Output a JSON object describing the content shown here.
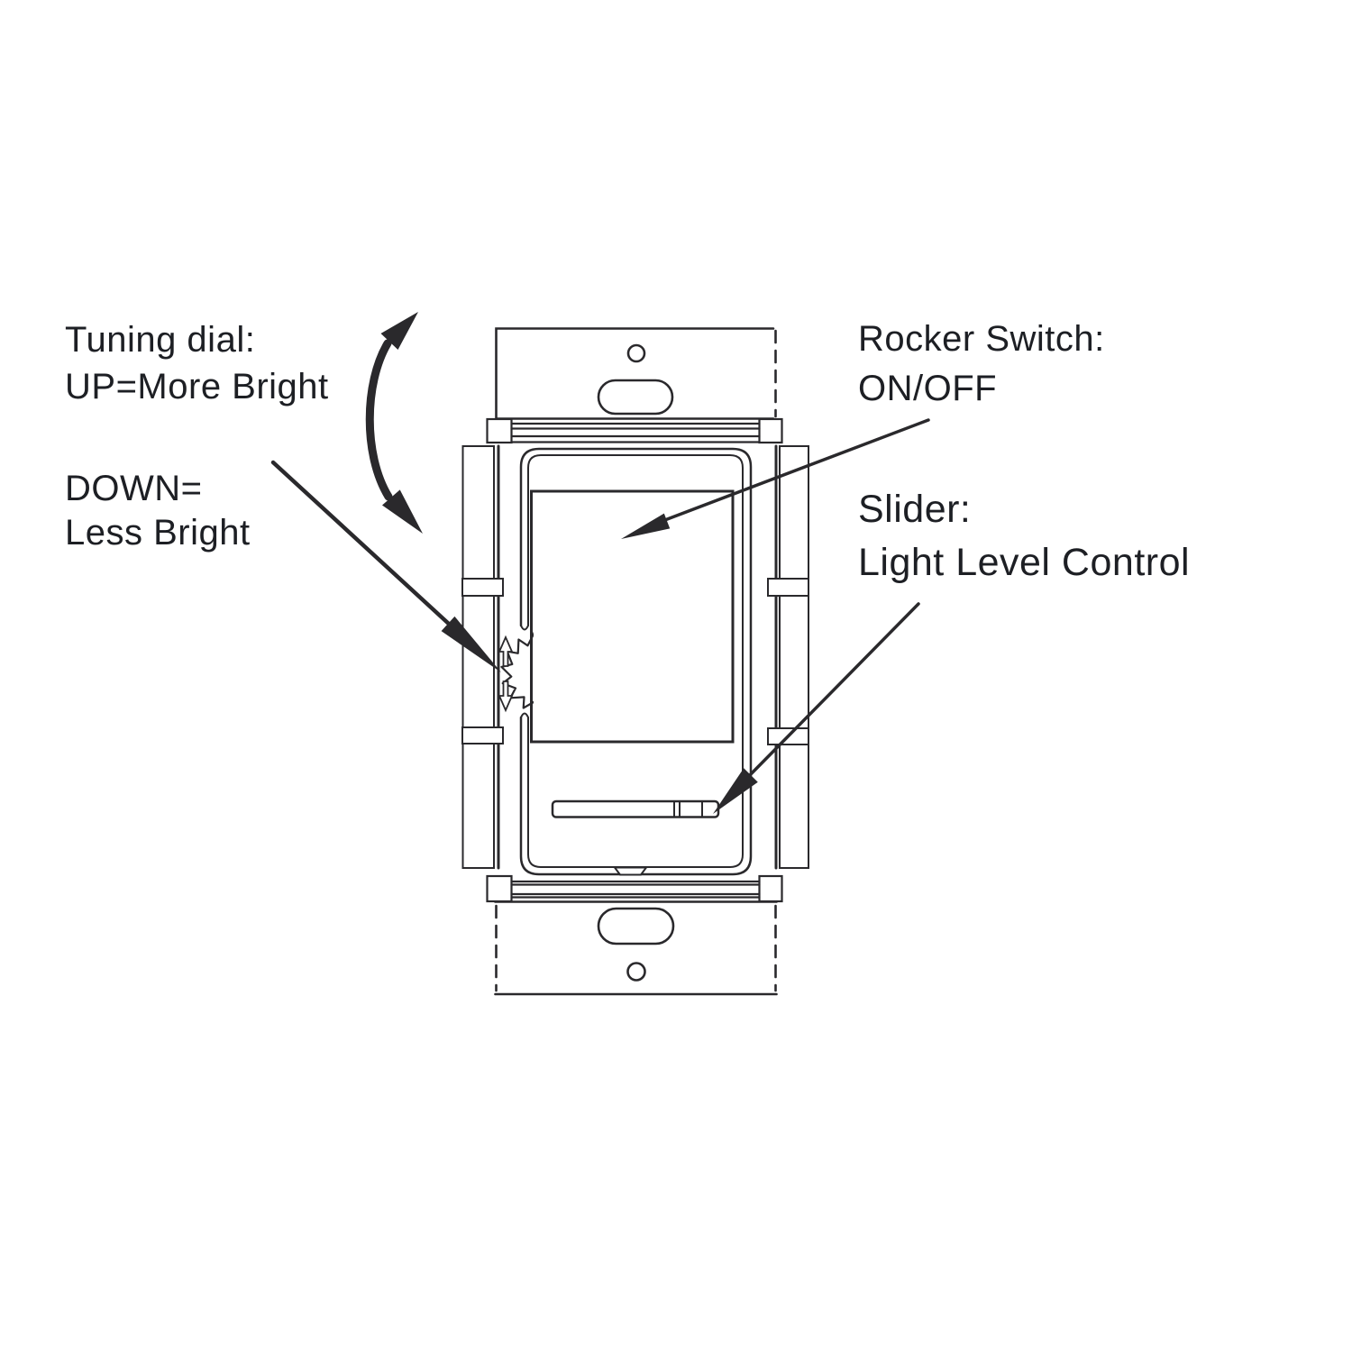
{
  "labels": {
    "tuning_dial": {
      "line1": "Tuning dial:",
      "line2": "UP=More Bright"
    },
    "down": {
      "line1": "DOWN=",
      "line2": "Less Bright"
    },
    "rocker": {
      "line1": "Rocker Switch:",
      "line2": "ON/OFF"
    },
    "slider": {
      "line1": "Slider:",
      "line2": "Light Level Control"
    }
  },
  "colors": {
    "ink": "#2a292c",
    "text": "#1d1f24",
    "background": "#ffffff"
  }
}
